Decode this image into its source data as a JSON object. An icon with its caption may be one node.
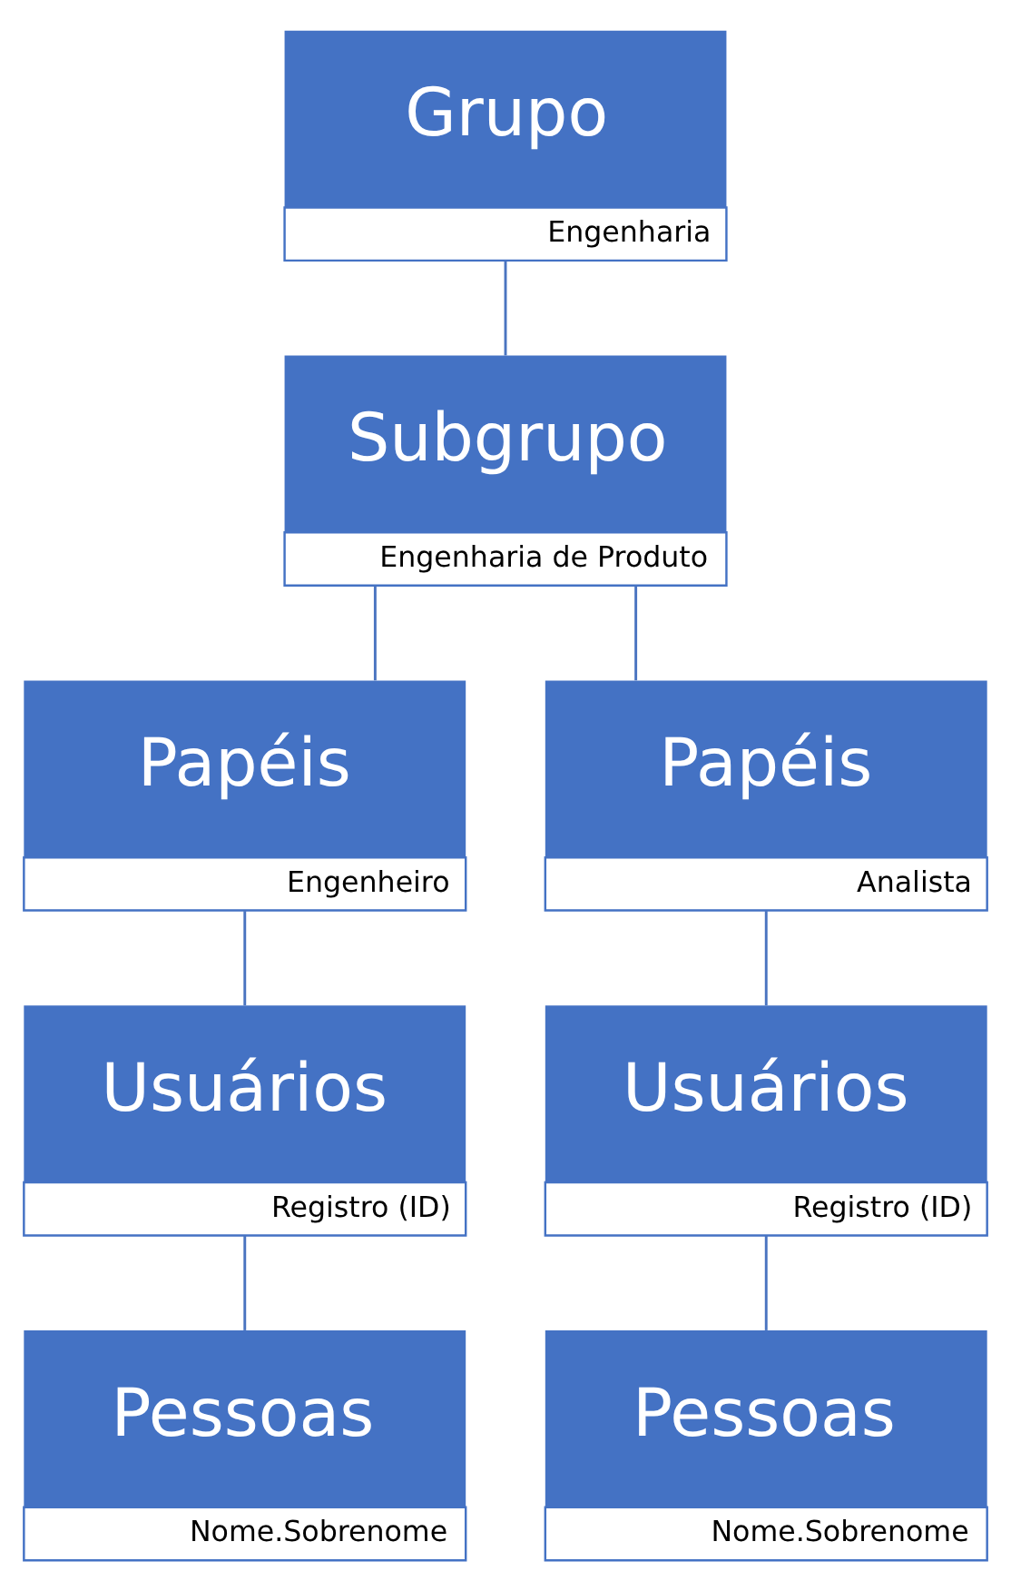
{
  "diagram": {
    "nodes": [
      {
        "text": [
          "Grupo",
          "Engenharia"
        ]
      },
      {
        "text": [
          "Subgrupo",
          "Engenharia de Produto"
        ]
      },
      {
        "text": [
          "Papéis",
          "Engenheiro"
        ]
      },
      {
        "text": [
          "Papéis",
          "Analista"
        ]
      },
      {
        "text": [
          "Usuários",
          "Registro (ID)"
        ]
      },
      {
        "text": [
          "Usuários",
          "Registro (ID)"
        ]
      },
      {
        "text": [
          "Pessoas",
          "Nome.Sobrenome"
        ]
      },
      {
        "text": [
          "Pessoas",
          "Nome.Sobrenome"
        ]
      }
    ],
    "edges": [
      {
        "from": 0,
        "to": 1,
        "arrow": "none"
      },
      {
        "from": 1,
        "to": 2,
        "arrow": "none"
      },
      {
        "from": 1,
        "to": 3,
        "arrow": "none"
      },
      {
        "from": 2,
        "to": 4,
        "arrow": "none"
      },
      {
        "from": 3,
        "to": 5,
        "arrow": "none"
      },
      {
        "from": 4,
        "to": 6,
        "arrow": "none"
      },
      {
        "from": 5,
        "to": 7,
        "arrow": "none"
      }
    ]
  }
}
